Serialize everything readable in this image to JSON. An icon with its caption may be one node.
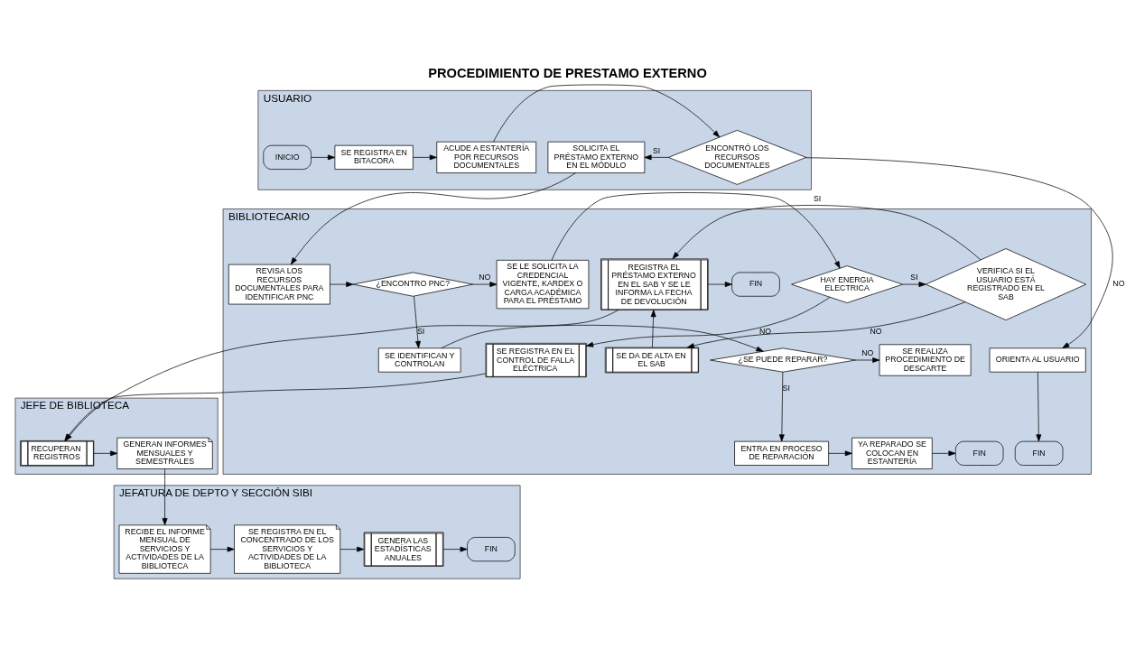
{
  "diagram": {
    "title": "PROCEDIMIENTO DE PRESTAMO EXTERNO",
    "nodes": [
      {
        "text": [
          "USUARIO"
        ]
      },
      {
        "text": [
          "INICIO"
        ],
        "in": 0
      },
      {
        "text": [
          "SE REGISTRA EN BITACORA"
        ],
        "in": 0
      },
      {
        "text": [
          "ACUDE A ESTANTERÍA POR RECURSOS DOCUMENTALES"
        ],
        "in": 0
      },
      {
        "text": [
          "ENCONTRÓ LOS RECURSOS DOCUMENTALES"
        ],
        "in": 0
      },
      {
        "text": [
          "SOLICITA EL PRÉSTAMO EXTERNO EN EL MÓDULO"
        ],
        "in": 0
      },
      {
        "text": [
          "BIBLIOTECARIO"
        ]
      },
      {
        "text": [
          "ORIENTA AL USUARIO"
        ],
        "in": 6
      },
      {
        "text": [
          "FIN"
        ],
        "in": 6
      },
      {
        "text": [
          "REVISA LOS RECURSOS DOCUMENTALES PARA IDENTIFICAR PNC"
        ],
        "in": 6
      },
      {
        "text": [
          "¿ENCONTRO PNC?"
        ],
        "in": 6
      },
      {
        "text": [
          "SE LE SOLICITA LA CREDENCIAL VIGENTE, KARDEX O CARGA ACADÉMICA PARA EL PRÉSTAMO"
        ],
        "in": 6
      },
      {
        "text": [
          "HAY ENERGIA ELECTRICA"
        ],
        "in": 6
      },
      {
        "text": [
          "VERIFICA SI EL USUARIO ESTÁ REGISTRADO EN EL SAB"
        ],
        "in": 6
      },
      {
        "text": [
          "REGISTRA EL PRÉSTAMO EXTERNO EN EL SAB Y SE LE INFORMA LA FECHA DE DEVOLUCIÓN"
        ],
        "in": 6
      },
      {
        "text": [
          "FIN"
        ],
        "in": 6
      },
      {
        "text": [
          "SE DA DE ALTA EN EL SAB"
        ],
        "in": 6
      },
      {
        "text": [
          "SE REALIZA PROCEDIMIENTO DE DESCARTE"
        ],
        "in": 6
      },
      {
        "text": [
          "SE IDENTIFICAN Y CONTROLAN"
        ],
        "in": 6
      },
      {
        "text": [
          "¿SE PUEDE REPARAR?"
        ],
        "in": 6
      },
      {
        "text": [
          "SE REGISTRA EN EL CONTROL DE FALLA ELÉCTRICA"
        ],
        "in": 6
      },
      {
        "text": [
          "ENTRA EN PROCESO DE REPARACIÓN"
        ],
        "in": 6
      },
      {
        "text": [
          "YA REPARADO SE COLOCAN EN ESTANTERÍA"
        ],
        "in": 6
      },
      {
        "text": [
          "FIN"
        ],
        "in": 6
      },
      {
        "text": [
          "JEFE DE BIBLIOTECA"
        ]
      },
      {
        "text": [
          "RECUPERAN REGISTROS"
        ],
        "in": 24
      },
      {
        "text": [
          "GENERAN INFORMES MENSUALES Y SEMESTRALES"
        ],
        "in": 24
      },
      {
        "text": [
          "JEFATURA DE DEPTO Y SECCIÓN SIBI"
        ]
      },
      {
        "text": [
          "RECIBE EL INFORME MENSUAL DE SERVICIOS Y ACTIVIDADES DE LA BIBLIOTECA"
        ],
        "in": 27
      },
      {
        "text": [
          "SE REGISTRA EN EL CONCENTRADO DE LOS SERVICIOS Y ACTIVIDADES DE LA BIBLIOTECA"
        ],
        "in": 27
      },
      {
        "text": [
          "GENERA LAS ESTADÍSTICAS ANUALES"
        ],
        "in": 27
      },
      {
        "text": [
          "FIN"
        ],
        "in": 27
      }
    ],
    "edges": [
      {
        "from": 1,
        "to": 2,
        "arrow": "to"
      },
      {
        "from": 2,
        "to": 3,
        "arrow": "to"
      },
      {
        "from": 3,
        "to": 4,
        "arrow": "to"
      },
      {
        "from": 4,
        "to": 5,
        "arrow": "to",
        "label": "SI"
      },
      {
        "from": 4,
        "to": 7,
        "arrow": "to",
        "label": "NO"
      },
      {
        "from": 5,
        "to": 9,
        "arrow": "to"
      },
      {
        "from": 7,
        "to": 8,
        "arrow": "to"
      },
      {
        "from": 9,
        "to": 10,
        "arrow": "to"
      },
      {
        "from": 10,
        "to": 11,
        "arrow": "to",
        "label": "NO"
      },
      {
        "from": 10,
        "to": 18,
        "arrow": "to",
        "label": "SI"
      },
      {
        "from": 11,
        "to": 12,
        "arrow": "to"
      },
      {
        "from": 12,
        "to": 13,
        "arrow": "to",
        "label": "SI"
      },
      {
        "from": 12,
        "to": 20,
        "arrow": "to",
        "label": "NO"
      },
      {
        "from": 13,
        "to": 14,
        "arrow": "to",
        "label": "SI"
      },
      {
        "from": 13,
        "to": 16,
        "arrow": "to",
        "label": "NO"
      },
      {
        "from": 16,
        "to": 14,
        "arrow": "to"
      },
      {
        "from": 14,
        "to": 15,
        "arrow": "to"
      },
      {
        "from": 14,
        "to": 25,
        "arrow": "to"
      },
      {
        "from": 20,
        "to": 25,
        "arrow": "to"
      },
      {
        "from": 18,
        "to": 19,
        "arrow": "to"
      },
      {
        "from": 19,
        "to": 17,
        "arrow": "to",
        "label": "NO"
      },
      {
        "from": 19,
        "to": 21,
        "arrow": "to",
        "label": "SI"
      },
      {
        "from": 21,
        "to": 22,
        "arrow": "to"
      },
      {
        "from": 22,
        "to": 23,
        "arrow": "to"
      },
      {
        "from": 25,
        "to": 26,
        "arrow": "to"
      },
      {
        "from": 26,
        "to": 28,
        "arrow": "to"
      },
      {
        "from": 28,
        "to": 29,
        "arrow": "to"
      },
      {
        "from": 29,
        "to": 30,
        "arrow": "to"
      },
      {
        "from": 30,
        "to": 31,
        "arrow": "to"
      }
    ]
  }
}
